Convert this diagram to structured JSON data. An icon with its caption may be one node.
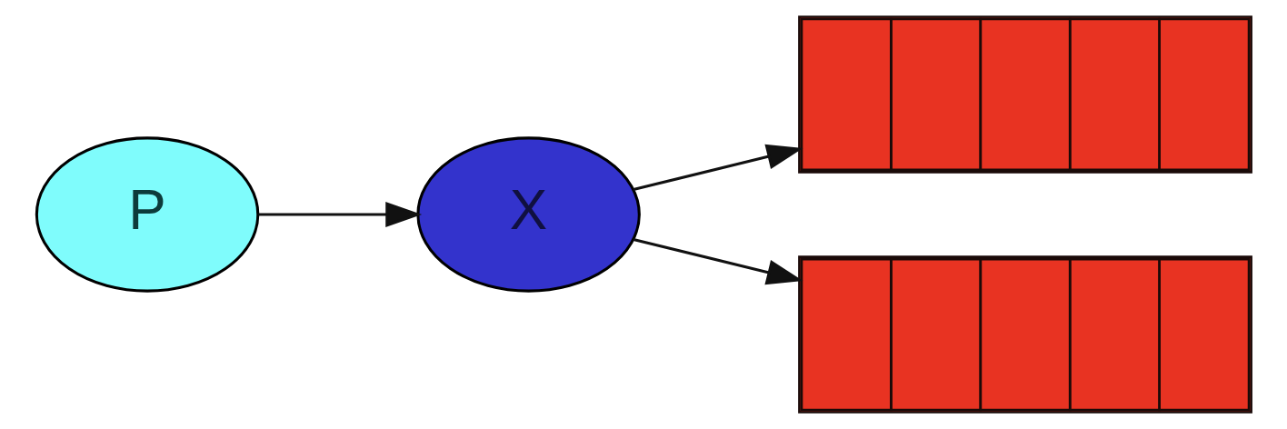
{
  "diagram": {
    "nodes": [
      {
        "text": [
          "P"
        ]
      },
      {
        "text": [
          "X"
        ]
      },
      {
        "text": [],
        "shape": "queue"
      },
      {
        "text": [],
        "shape": "queue"
      }
    ],
    "edges": [
      {
        "from": 0,
        "to": 1,
        "arrow": "to"
      },
      {
        "from": 1,
        "to": 2,
        "arrow": "to"
      },
      {
        "from": 1,
        "to": 3,
        "arrow": "to"
      }
    ]
  }
}
